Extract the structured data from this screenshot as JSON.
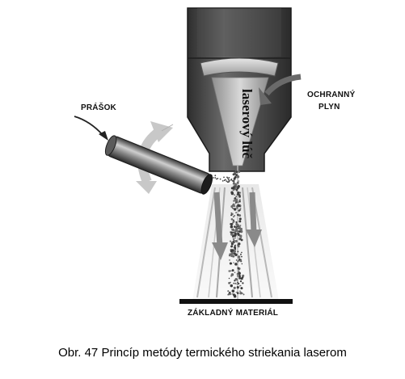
{
  "labels": {
    "powder": "PRÁŠOK",
    "shield_gas_line1": "OCHRANNÝ",
    "shield_gas_line2": "PLYN",
    "laser_beam": "laserový lúč",
    "base_material": "ZÁKLADNÝ MATERIÁL"
  },
  "caption": "Obr. 47 Princíp metódy termického striekania laserom"
}
